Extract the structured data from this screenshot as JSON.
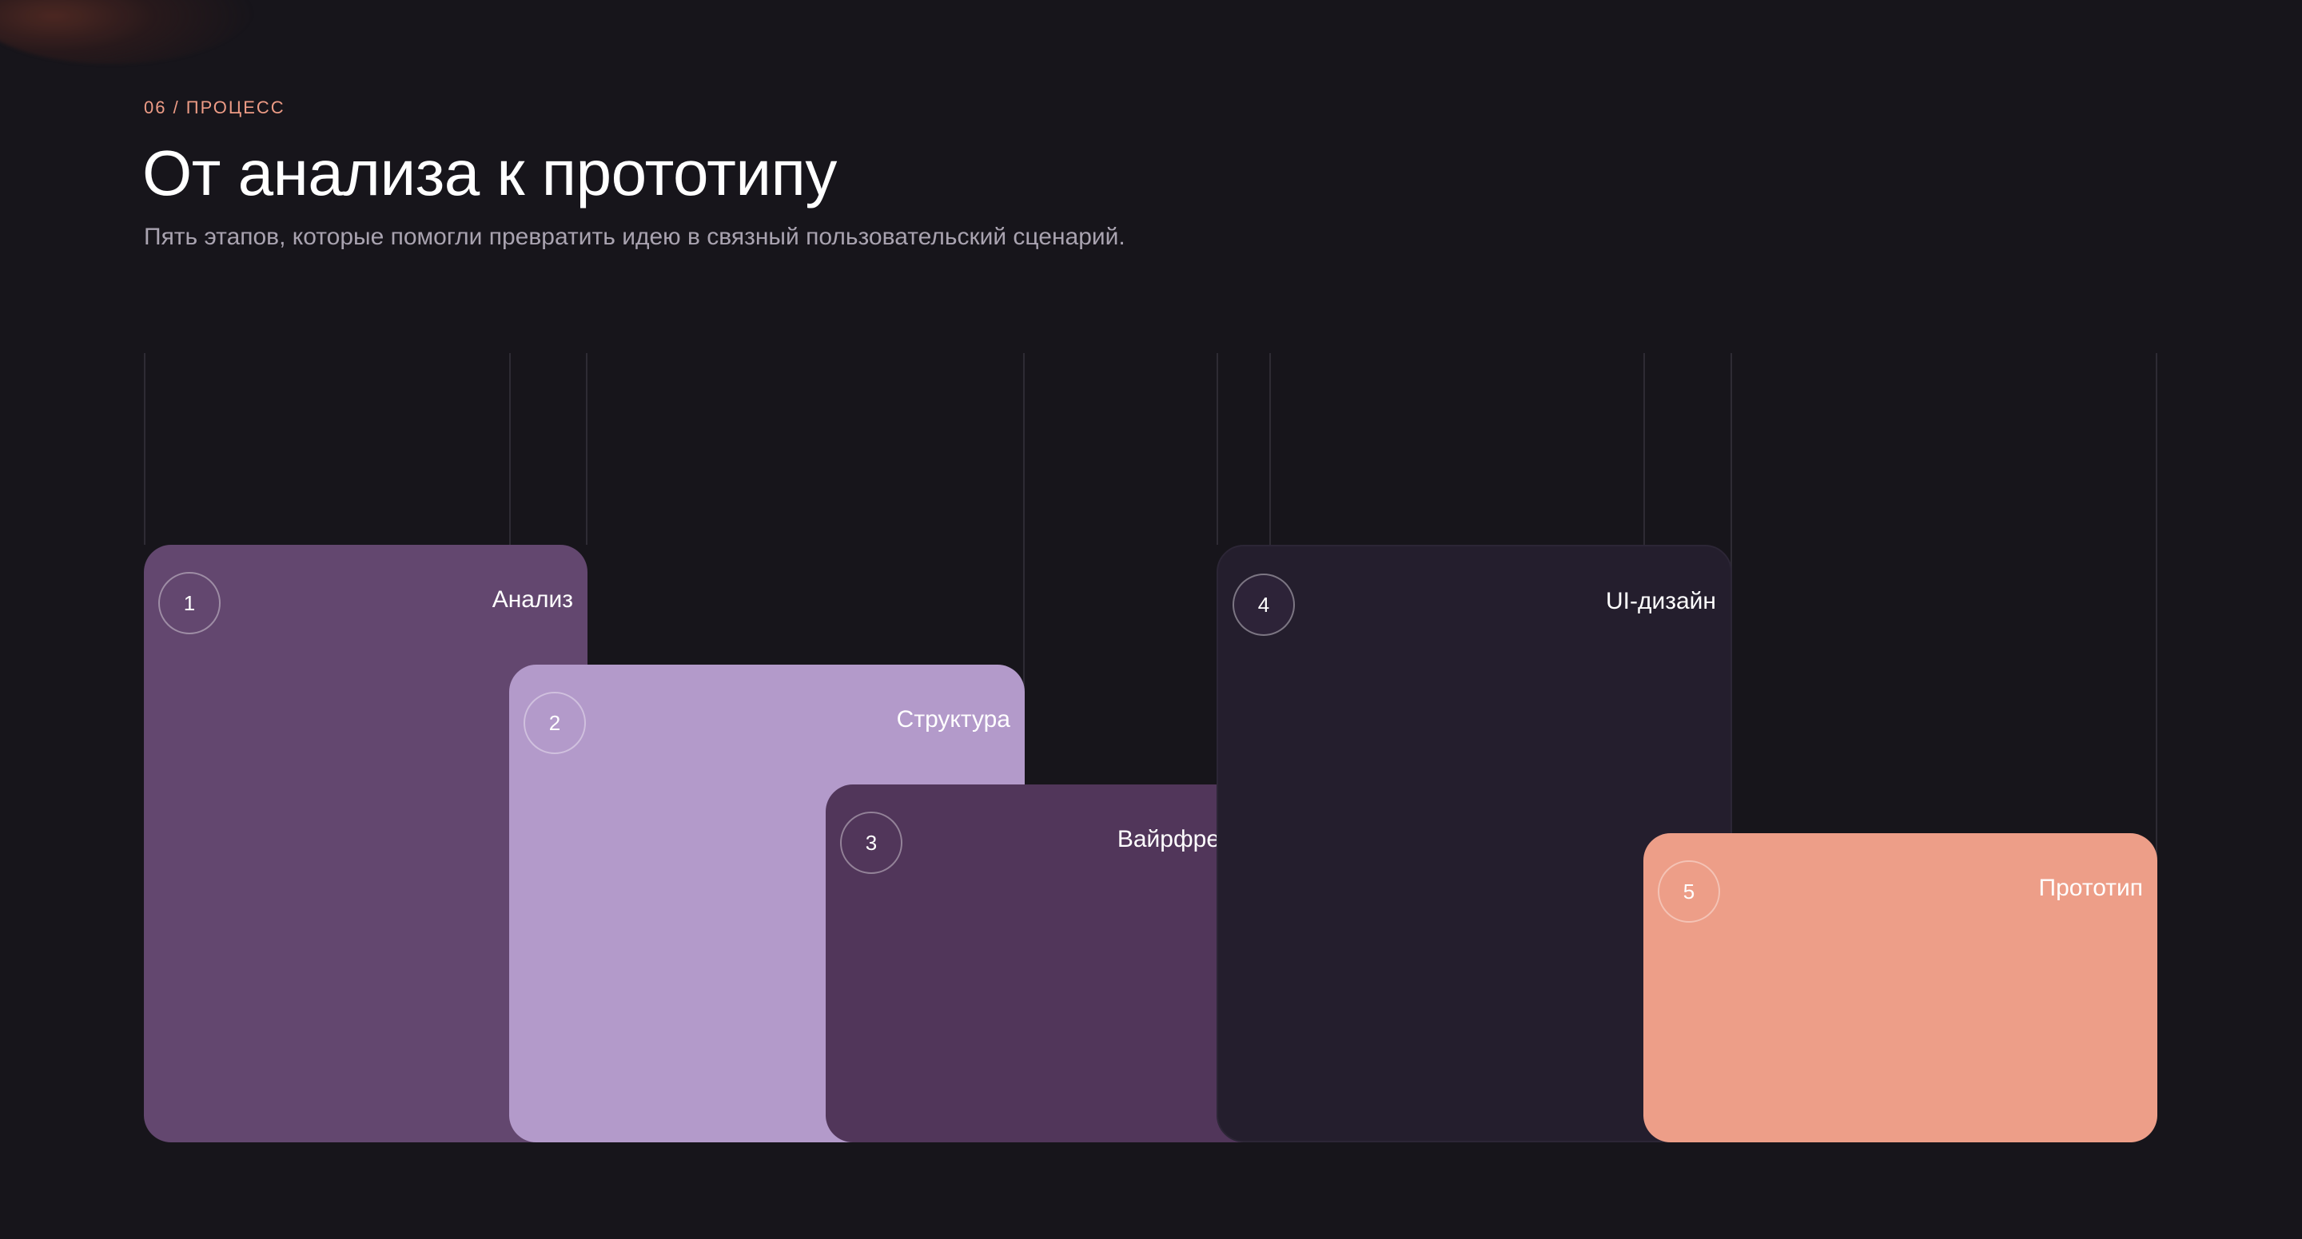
{
  "section": {
    "eyebrow": "06 / ПРОЦЕСС",
    "title": "От анализа к прототипу",
    "subtitle": "Пять этапов, которые помогли превратить идею в связный пользовательский сценарий."
  },
  "stages": [
    {
      "number": "1",
      "label": "Анализ",
      "color": "#63476f"
    },
    {
      "number": "2",
      "label": "Структура",
      "color": "#b39aca"
    },
    {
      "number": "3",
      "label": "Вайрфреймы",
      "color": "#51365a"
    },
    {
      "number": "4",
      "label": "UI-дизайн",
      "color": "#241e2d"
    },
    {
      "number": "5",
      "label": "Прототип",
      "color": "#ed9e88"
    }
  ],
  "colors": {
    "background": "#17151b",
    "accent": "#ee9c86",
    "guide_line": "#2e2b34"
  }
}
